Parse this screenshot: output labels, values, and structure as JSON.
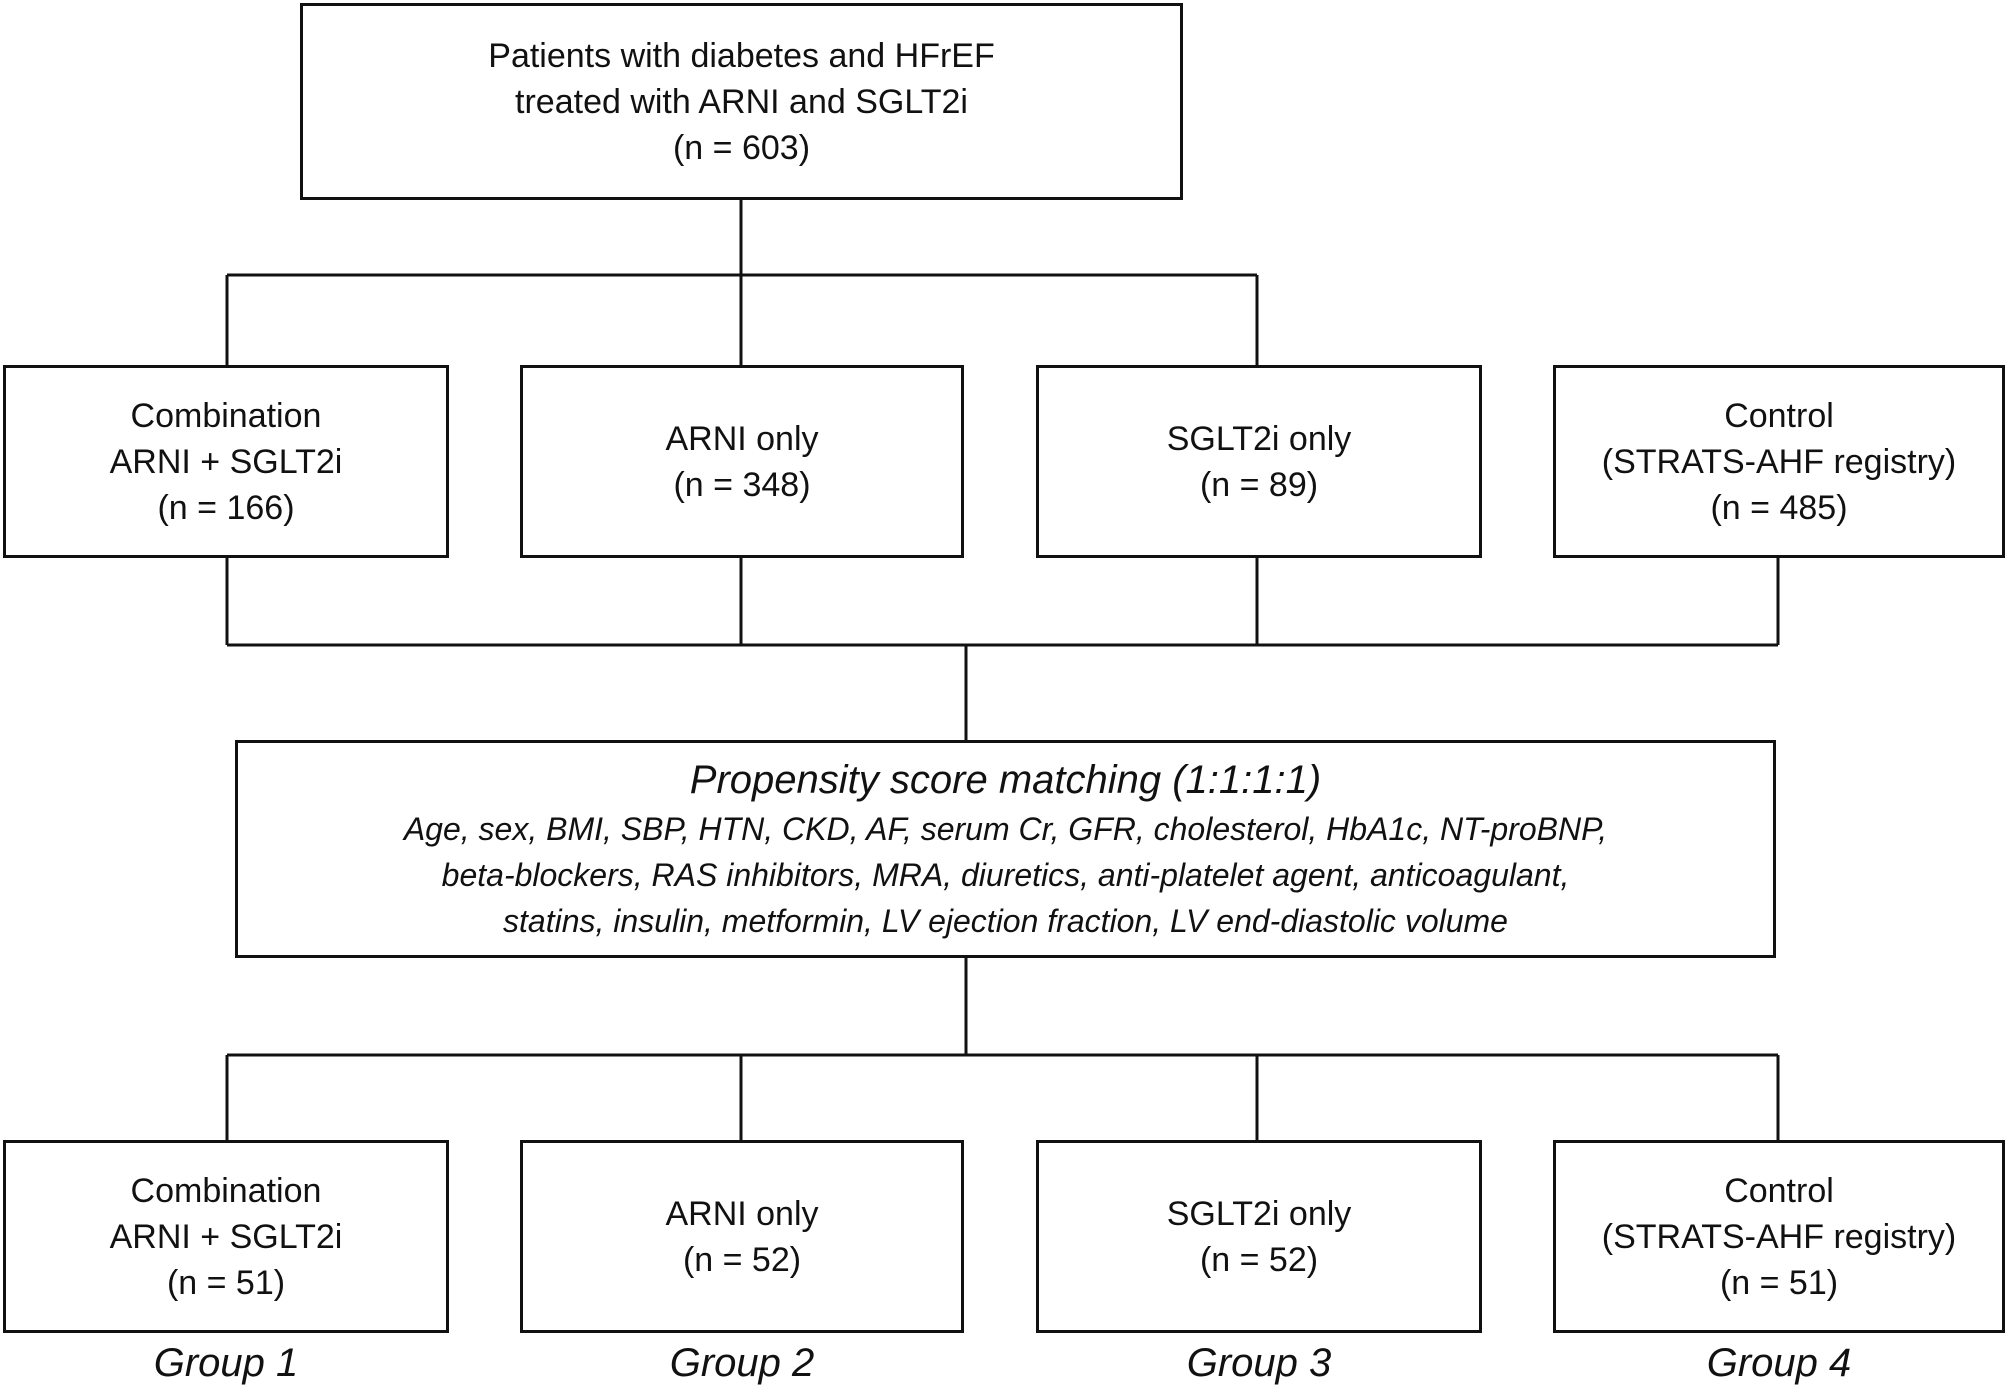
{
  "top_box": {
    "line1": "Patients with diabetes and HFrEF",
    "line2": "treated with ARNI and SGLT2i",
    "line3": "(n = 603)"
  },
  "cohort_row": [
    {
      "line1": "Combination",
      "line2": "ARNI + SGLT2i",
      "line3": "(n = 166)"
    },
    {
      "line1": "ARNI only",
      "line2": "(n = 348)"
    },
    {
      "line1": "SGLT2i only",
      "line2": "(n = 89)"
    },
    {
      "line1": "Control",
      "line2": "(STRATS-AHF registry)",
      "line3": "(n = 485)"
    }
  ],
  "psm_box": {
    "title": "Propensity score matching (1:1:1:1)",
    "covariates_line1": "Age, sex, BMI, SBP, HTN, CKD, AF, serum Cr, GFR, cholesterol, HbA1c, NT-proBNP,",
    "covariates_line2": "beta-blockers, RAS inhibitors, MRA, diuretics, anti-platelet agent, anticoagulant,",
    "covariates_line3": "statins, insulin, metformin, LV ejection fraction, LV end-diastolic volume"
  },
  "matched_row": [
    {
      "line1": "Combination",
      "line2": "ARNI + SGLT2i",
      "line3": "(n = 51)",
      "group": "Group 1"
    },
    {
      "line1": "ARNI only",
      "line2": "(n = 52)",
      "group": "Group 2"
    },
    {
      "line1": "SGLT2i only",
      "line2": "(n = 52)",
      "group": "Group 3"
    },
    {
      "line1": "Control",
      "line2": "(STRATS-AHF registry)",
      "line3": "(n = 51)",
      "group": "Group 4"
    }
  ]
}
